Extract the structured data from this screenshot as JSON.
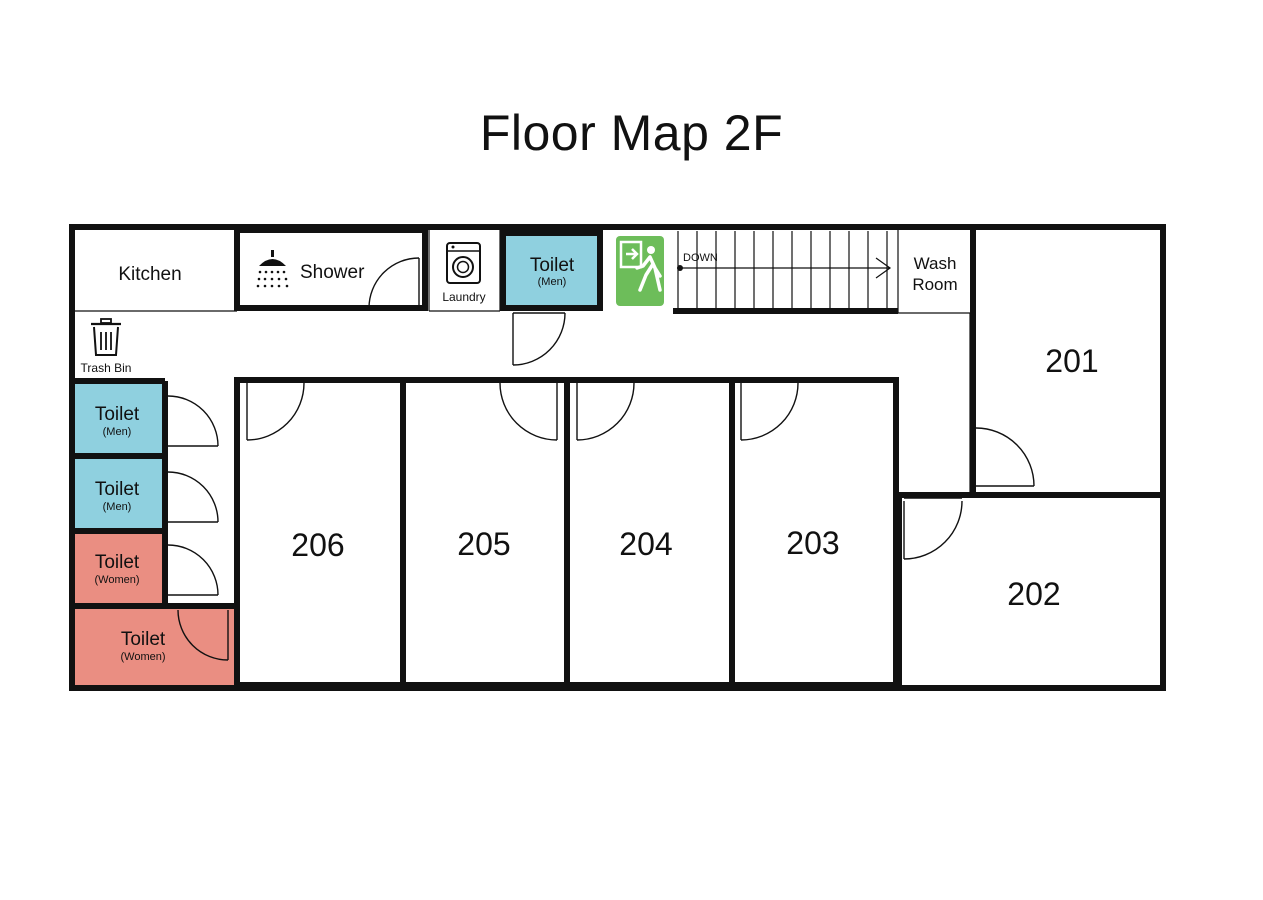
{
  "title": "Floor Map 2F",
  "colors": {
    "men_toilet": "#8fd0df",
    "women_toilet": "#ea8e82",
    "exit_sign": "#6dbd5a",
    "wall": "#111111"
  },
  "labels": {
    "kitchen": "Kitchen",
    "shower": "Shower",
    "laundry": "Laundry",
    "toilet": "Toilet",
    "men": "(Men)",
    "women": "(Women)",
    "down": "DOWN",
    "wash_room_line1": "Wash",
    "wash_room_line2": "Room",
    "trash_bin": "Trash Bin"
  },
  "rooms": {
    "r201": "201",
    "r202": "202",
    "r203": "203",
    "r204": "204",
    "r205": "205",
    "r206": "206"
  },
  "icons": {
    "shower": "shower-icon",
    "laundry": "washing-machine-icon",
    "exit": "emergency-exit-icon",
    "trash": "trash-bin-icon"
  }
}
